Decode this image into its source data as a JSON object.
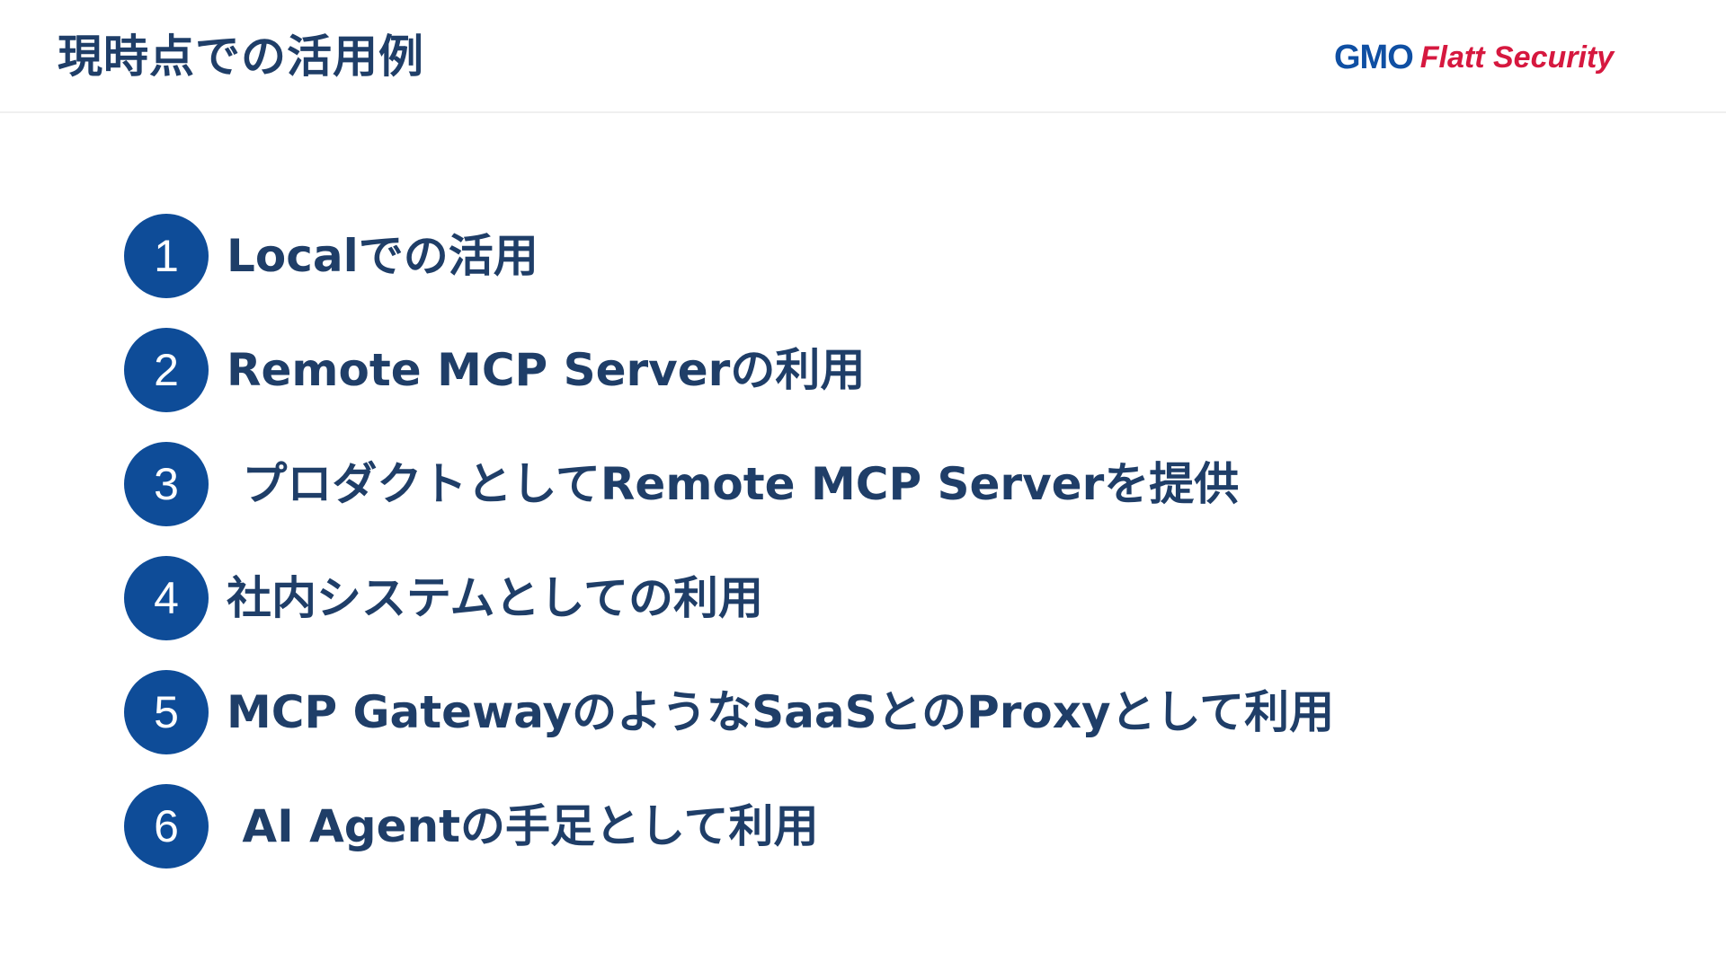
{
  "header": {
    "title": "現時点での活用例",
    "logo": {
      "primary": "GMO",
      "secondary": "Flatt Security"
    }
  },
  "items": [
    {
      "number": "1",
      "text": "Localでの活用"
    },
    {
      "number": "2",
      "text": "Remote MCP Serverの利用"
    },
    {
      "number": "3",
      "text": " プロダクトとしてRemote MCP Serverを提供"
    },
    {
      "number": "4",
      "text": "社内システムとしての利用"
    },
    {
      "number": "5",
      "text": "MCP GatewayのようなSaaSとのProxyとして利用"
    },
    {
      "number": "6",
      "text": " AI Agentの手足として利用"
    }
  ],
  "colors": {
    "title_text": "#1f3e68",
    "circle": "#0e4c98",
    "logo_blue": "#0f4fa3",
    "logo_red": "#d6183f"
  }
}
